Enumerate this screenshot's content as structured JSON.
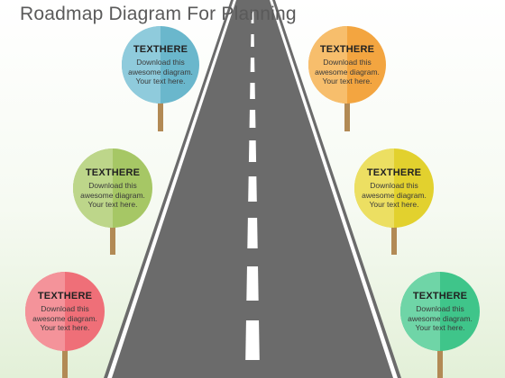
{
  "title": "Roadmap Diagram For Planning",
  "colors": {
    "road": "#6b6b6b",
    "road_edge": "#ffffff",
    "pole": "#b28a55"
  },
  "signs": [
    {
      "id": "top-left",
      "heading": "TEXTHERE",
      "body": "Download this awesome diagram. Your text here.",
      "color": "#6ab7cc",
      "shade": "#8fcbdc"
    },
    {
      "id": "top-right",
      "heading": "TEXTHERE",
      "body": "Download this awesome diagram. Your text here.",
      "color": "#f3a540",
      "shade": "#f7be6c"
    },
    {
      "id": "middle-left",
      "heading": "TEXTHERE",
      "body": "Download this awesome diagram. Your text here.",
      "color": "#a6c765",
      "shade": "#bdd68a"
    },
    {
      "id": "middle-right",
      "heading": "TEXTHERE",
      "body": "Download this awesome diagram. Your text here.",
      "color": "#e2d12e",
      "shade": "#ecdf62"
    },
    {
      "id": "bottom-left",
      "heading": "TEXTHERE",
      "body": "Download this awesome diagram. Your text here.",
      "color": "#ef6f78",
      "shade": "#f4939a"
    },
    {
      "id": "bottom-right",
      "heading": "TEXTHERE",
      "body": "Download this awesome diagram. Your text here.",
      "color": "#3fc58a",
      "shade": "#6fd5a7"
    }
  ]
}
